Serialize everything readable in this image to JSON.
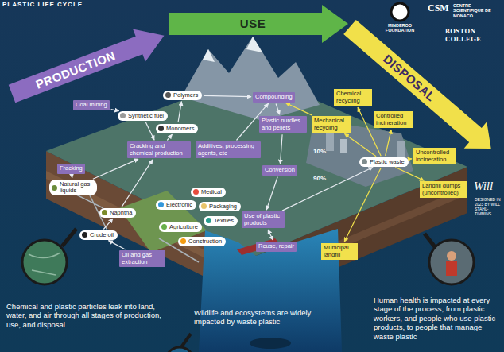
{
  "diagram": {
    "title": "PLASTIC LIFE CYCLE",
    "nodes": [
      {
        "text": [
          "PRODUCTION"
        ]
      },
      {
        "text": [
          "USE"
        ]
      },
      {
        "text": [
          "DISPOSAL"
        ]
      },
      {
        "text": [
          "Coal mining"
        ]
      },
      {
        "text": [
          "Synthetic fuel"
        ]
      },
      {
        "text": [
          "Polymers"
        ]
      },
      {
        "text": [
          "Monomers"
        ]
      },
      {
        "text": [
          "Cracking and chemical production"
        ]
      },
      {
        "text": [
          "Compounding"
        ]
      },
      {
        "text": [
          "Plastic nurdles and pellets"
        ]
      },
      {
        "text": [
          "Additives, processing agents, etc"
        ]
      },
      {
        "text": [
          "Conversion"
        ]
      },
      {
        "text": [
          "Fracking"
        ]
      },
      {
        "text": [
          "Natural gas liquids"
        ]
      },
      {
        "text": [
          "Naphtha"
        ]
      },
      {
        "text": [
          "Crude oil"
        ]
      },
      {
        "text": [
          "Oil and gas extraction"
        ]
      },
      {
        "text": [
          "Mechanical recycling"
        ]
      },
      {
        "text": [
          "Chemical recycling"
        ]
      },
      {
        "text": [
          "Controlled incineration"
        ]
      },
      {
        "text": [
          "Medical"
        ]
      },
      {
        "text": [
          "Electronic"
        ]
      },
      {
        "text": [
          "Packaging"
        ]
      },
      {
        "text": [
          "Textiles"
        ]
      },
      {
        "text": [
          "Agriculture"
        ]
      },
      {
        "text": [
          "Construction"
        ]
      },
      {
        "text": [
          "Use of plastic products"
        ]
      },
      {
        "text": [
          "Plastic waste"
        ]
      },
      {
        "text": [
          "Uncontrolled incineration"
        ]
      },
      {
        "text": [
          "Landfill dumps (uncontrolled)"
        ]
      },
      {
        "text": [
          "Reuse, repair"
        ]
      },
      {
        "text": [
          "Municipal landfill"
        ]
      }
    ],
    "edges": [
      {
        "from": 3,
        "to": 4,
        "arrow": "to"
      },
      {
        "from": 4,
        "to": 7,
        "arrow": "to"
      },
      {
        "from": 12,
        "to": 13,
        "arrow": "to"
      },
      {
        "from": 13,
        "to": 7,
        "arrow": "to"
      },
      {
        "from": 16,
        "to": 15,
        "arrow": "to"
      },
      {
        "from": 15,
        "to": 14,
        "arrow": "to"
      },
      {
        "from": 14,
        "to": 7,
        "arrow": "to"
      },
      {
        "from": 7,
        "to": 6,
        "arrow": "to"
      },
      {
        "from": 6,
        "to": 5,
        "arrow": "to"
      },
      {
        "from": 5,
        "to": 8,
        "arrow": "to"
      },
      {
        "from": 10,
        "to": 8,
        "arrow": "to"
      },
      {
        "from": 8,
        "to": 9,
        "arrow": "to"
      },
      {
        "from": 9,
        "to": 11,
        "arrow": "to"
      },
      {
        "from": 11,
        "to": 26,
        "arrow": "to"
      },
      {
        "from": 26,
        "to": 30,
        "arrow": "both"
      },
      {
        "from": 26,
        "to": 27,
        "arrow": "to"
      },
      {
        "from": 27,
        "to": 17,
        "arrow": "to"
      },
      {
        "from": 27,
        "to": 18,
        "arrow": "to"
      },
      {
        "from": 27,
        "to": 19,
        "arrow": "to"
      },
      {
        "from": 27,
        "to": 28,
        "arrow": "to"
      },
      {
        "from": 27,
        "to": 29,
        "arrow": "to"
      },
      {
        "from": 27,
        "to": 31,
        "arrow": "to"
      },
      {
        "from": 17,
        "to": 8,
        "arrow": "to"
      }
    ],
    "labels": [
      "10%",
      "90%",
      "Chemical and plastic particles leak into land, water, and air through all stages of production, use, and disposal",
      "Wildlife and ecosystems are widely impacted by waste plastic",
      "Human health is impacted at every stage of the process, from plastic workers, and people who use plastic products, to people that manage waste plastic",
      "MINDEROO FOUNDATION",
      "CSM",
      "CENTRE SCIENTIFIQUE DE MONACO",
      "BOSTON COLLEGE",
      "Will",
      "DESIGNED IN 2023 BY WILL STAHL-TIMMINS"
    ]
  }
}
